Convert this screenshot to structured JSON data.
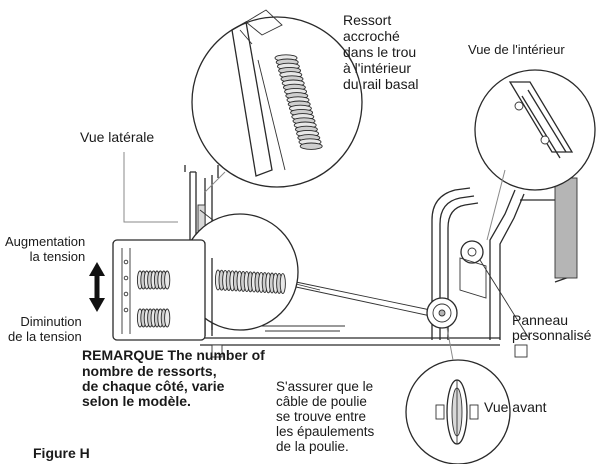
{
  "labels": {
    "spring_hooked": [
      "Ressort",
      "accroché",
      "dans le trou",
      "à l'intérieur",
      "du rail basal"
    ],
    "inside_view": "Vue de l'intérieur",
    "side_view": "Vue latérale",
    "increase_tension": [
      "Augmentation",
      "la tension"
    ],
    "decrease_tension": [
      "Diminution",
      "de la tension"
    ],
    "custom_panel": [
      "Panneau",
      "personnalisé"
    ],
    "note_overlap": "REMARQUE The number of",
    "note_lines": [
      "nombre de ressorts,",
      "de chaque côté, varie",
      "selon le modèle."
    ],
    "pulley_note": [
      "S'assurer que le",
      "câble de poulie",
      "se trouve entre",
      "les épaulements",
      "de la poulie."
    ],
    "front_view": "Vue avant",
    "figure": "Figure H"
  }
}
